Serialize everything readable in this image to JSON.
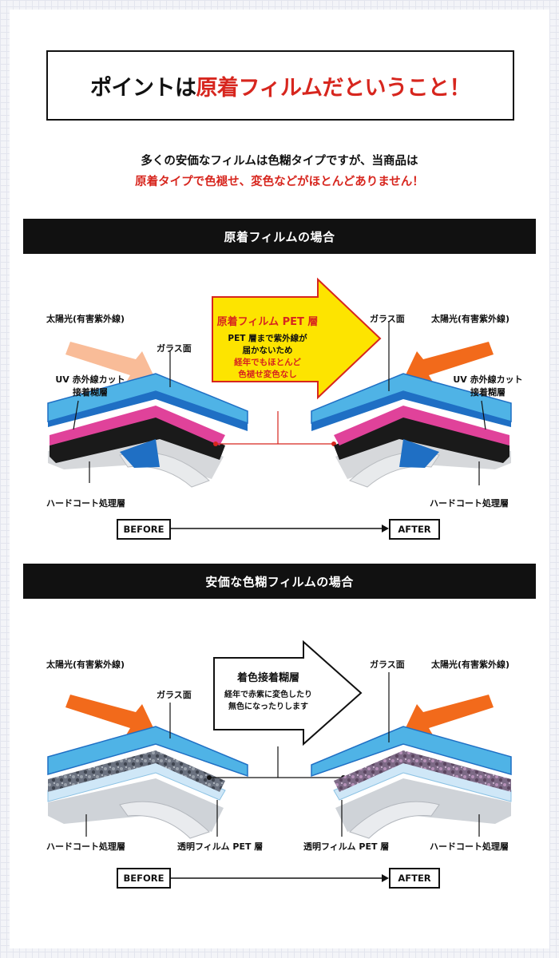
{
  "headline": {
    "prefix": "ポイントは",
    "highlight": "原着フィルムだということ！"
  },
  "intro": {
    "line1": "多くの安価なフィルムは色糊タイプですが、当商品は",
    "line2": "原着タイプで色褪せ、変色などがほとんどありません！"
  },
  "section1": {
    "title": "原着フィルムの場合",
    "labels": {
      "sun_left": "太陽光(有害紫外線)",
      "glass_left": "ガラス面",
      "uv_left_1": "UV 赤外線カット",
      "uv_left_2": "接着糊層",
      "hardcoat_left": "ハードコート処理層",
      "glass_right": "ガラス面",
      "sun_right": "太陽光(有害紫外線)",
      "uv_right_1": "UV 赤外線カット",
      "uv_right_2": "接着糊層",
      "hardcoat_right": "ハードコート処理層"
    },
    "callout": {
      "title": "原着フィルム PET 層",
      "line1": "PET 層まで紫外線が",
      "line2": "届かないため",
      "line3": "経年でもほとんど",
      "line4": "色褪せ変色なし"
    },
    "before": "BEFORE",
    "after": "AFTER"
  },
  "section2": {
    "title": "安価な色糊フィルムの場合",
    "labels": {
      "sun_left": "太陽光(有害紫外線)",
      "glass_left": "ガラス面",
      "hardcoat_left": "ハードコート処理層",
      "pet_left": "透明フィルム PET 層",
      "glass_right": "ガラス面",
      "sun_right": "太陽光(有害紫外線)",
      "pet_right": "透明フィルム PET 層",
      "hardcoat_right": "ハードコート処理層"
    },
    "callout": {
      "title": "着色接着糊層",
      "line1": "経年で赤紫に変色したり",
      "line2": "無色になったりします"
    },
    "before": "BEFORE",
    "after": "AFTER"
  },
  "colors": {
    "accent_red": "#d7261e",
    "callout_yellow": "#fde400",
    "glass_blue": "#4fb3e6",
    "pet_blue": "#1f6fc4",
    "uv_pink": "#e0429a",
    "sun_orange": "#f26a1b",
    "band_black": "#111111"
  }
}
